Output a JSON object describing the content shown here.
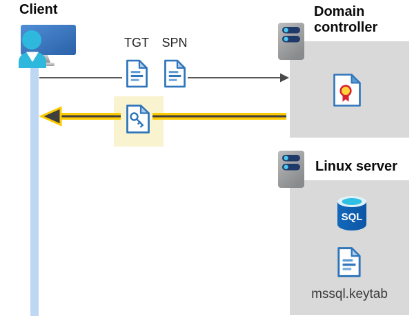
{
  "client": {
    "label": "Client"
  },
  "flow": {
    "tgt_label": "TGT",
    "spn_label": "SPN"
  },
  "domain_controller": {
    "label": "Domain controller"
  },
  "linux_server": {
    "label": "Linux server",
    "sql_badge": "SQL",
    "keytab_file": "mssql.keytab"
  },
  "icons": {
    "client": "user-at-monitor-icon",
    "ticket": "document-icon",
    "service_ticket": "document-key-icon",
    "server": "server-icon",
    "certificate": "certificate-icon",
    "database": "sql-database-icon",
    "keytab": "document-icon"
  },
  "colors": {
    "doc_blue": "#2e75ba",
    "person_cyan": "#2fb8dd",
    "lifeline_blue": "#bed7f2",
    "box_gray": "#d9d9d9",
    "highlight_cream": "#faf3cf",
    "arrow_gray": "#595959",
    "arrow_gold": "#fbca00",
    "arrow_core_dark": "#3f3f3f",
    "server_navy": "#1f3a68",
    "server_dot_cyan": "#4ac8f1",
    "seal_yellow": "#ffd43b",
    "seal_red": "#d6232f",
    "sql_blue": "#0f62b2"
  }
}
